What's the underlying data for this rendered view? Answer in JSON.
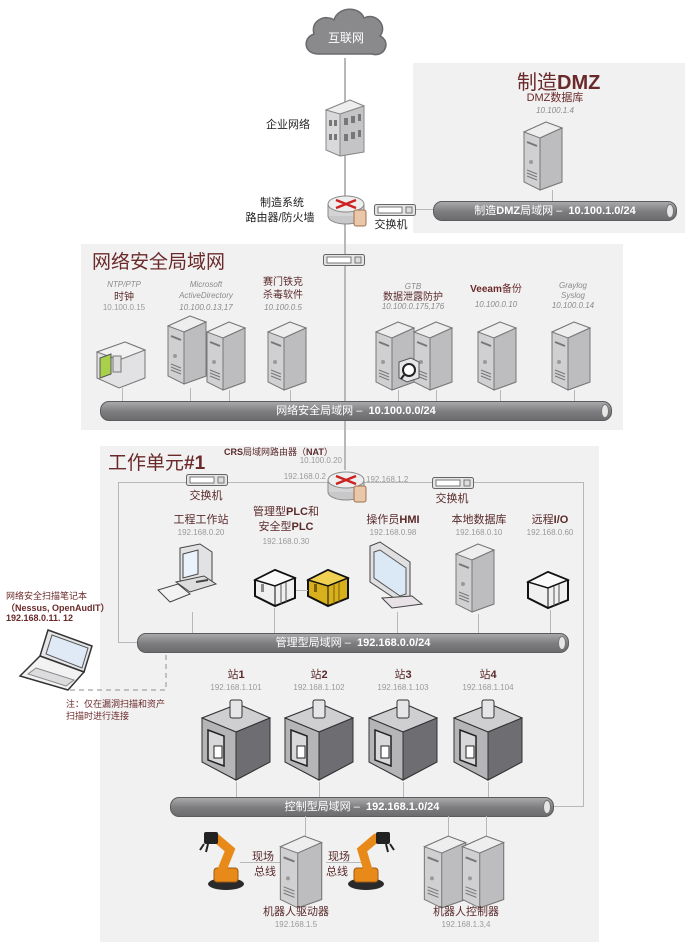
{
  "internet": {
    "label": "互联网"
  },
  "enterprise": {
    "label": "企业网络"
  },
  "mfg_router": {
    "label_line1": "制造系统",
    "label_line2": "路由器/防火墙"
  },
  "dmz": {
    "title_prefix": "制造",
    "title_bold": "DMZ",
    "db_label": "DMZ数据库",
    "db_ip": "10.100.1.4",
    "switch_label": "交换机",
    "bus_label_prefix": "制造",
    "bus_label_bold": "DMZ",
    "bus_label_mid": "局域网 –",
    "bus_label_net": "10.100.1.0/24"
  },
  "security_lan": {
    "title": "网络安全局域网",
    "devices": [
      {
        "name_line1": "NTP/PTP",
        "name_line2": "时钟",
        "ip": "10.100.0.15"
      },
      {
        "name_line1": "Microsoft",
        "name_line2": "ActiveDirectory",
        "ip": "10.100.0.13,17"
      },
      {
        "name_line1": "赛门铁克",
        "name_line2": "杀毒软件",
        "ip": "10.100.0.5"
      },
      {
        "name_line1": "GTB",
        "name_line2": "数据泄露防护",
        "ip": "10.100.0.175,176"
      },
      {
        "name_bold": "Veeam",
        "name_rest": "备份",
        "ip": "10.100.0.10"
      },
      {
        "name_line1": "Graylog",
        "name_line2": "Syslog",
        "ip": "10.100.0.14"
      }
    ],
    "bus_label": "网络安全局域网 –",
    "bus_net": "10.100.0.0/24"
  },
  "workcell": {
    "title": "工作单元",
    "title_bold": "#1",
    "router_label_bold1": "CRS",
    "router_label_mid": "局域网路由器（",
    "router_label_bold2": "NAT",
    "router_label_end": "）",
    "router_ip": "10.100.0.20",
    "router_left_ip": "192.168.0.2",
    "router_right_ip": "192.168.1.2",
    "switch_left_label": "交换机",
    "switch_right_label": "交换机",
    "devices": [
      {
        "name": "工程工作站",
        "ip": "192.168.0.20"
      },
      {
        "name_line1_pre": "管理型",
        "name_line1_bold": "PLC",
        "name_line1_post": "和",
        "name_line2_pre": "安全型",
        "name_line2_bold": "PLC",
        "ip": "192.168.0.30"
      },
      {
        "name_pre": "操作员",
        "name_bold": "HMI",
        "ip": "192.168.0.98"
      },
      {
        "name": "本地数据库",
        "ip": "192.168.0.10"
      },
      {
        "name_pre": "远程",
        "name_bold": "I/O",
        "ip": "192.168.0.60"
      }
    ],
    "mgmt_bus_label": "管理型局域网 –",
    "mgmt_bus_net": "192.168.0.0/24",
    "stations": [
      {
        "name_pre": "站",
        "name_bold": "1",
        "ip": "192.168.1.101"
      },
      {
        "name_pre": "站",
        "name_bold": "2",
        "ip": "192.168.1.102"
      },
      {
        "name_pre": "站",
        "name_bold": "3",
        "ip": "192.168.1.103"
      },
      {
        "name_pre": "站",
        "name_bold": "4",
        "ip": "192.168.1.104"
      }
    ],
    "ctrl_bus_label": "控制型局域网 –",
    "ctrl_bus_net": "192.168.1.0/24",
    "fieldbus_left_line1": "现场",
    "fieldbus_left_line2": "总线",
    "fieldbus_right_line1": "现场",
    "fieldbus_right_line2": "总线",
    "robot_drive": {
      "name": "机器人驱动器",
      "ip": "192.168.1.5"
    },
    "robot_ctrl": {
      "name": "机器人控制器",
      "ip": "192.168.1.3,4"
    }
  },
  "scanner": {
    "line1": "网络安全扫描笔记本",
    "line2": "（Nessus, OpenAudIT）",
    "line3": "192.168.0.11. 12",
    "note_line1": "注：仅在漏洞扫描和资产",
    "note_line2": "扫描时进行连接"
  },
  "colors": {
    "accent": "#6b2a2a",
    "region_bg": "#f1f1f2",
    "bus": "#7c7c7f",
    "plc_safety": "#d8b01c",
    "robot": "#e88a1a"
  }
}
